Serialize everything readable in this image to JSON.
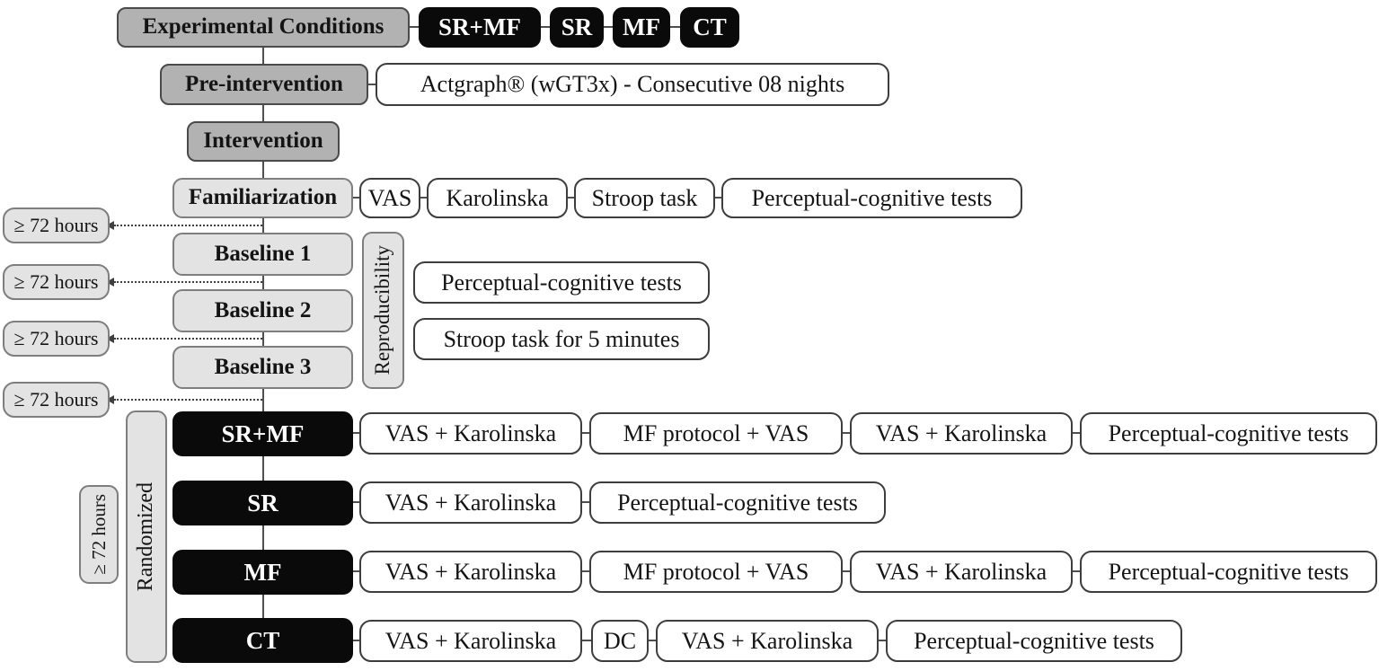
{
  "diagram": {
    "top": {
      "main_label": "Experimental Conditions",
      "conditions": [
        {
          "label": "SR+MF"
        },
        {
          "label": "SR"
        },
        {
          "label": "MF"
        },
        {
          "label": "CT"
        }
      ]
    },
    "pre_intervention": {
      "label": "Pre-intervention",
      "actigraphy": "Actgraph® (wGT3x) - Consecutive 08 nights"
    },
    "intervention_label": "Intervention",
    "familiarization": {
      "label": "Familiarization",
      "tests": [
        {
          "label": "VAS"
        },
        {
          "label": "Karolinska"
        },
        {
          "label": "Stroop task"
        },
        {
          "label": "Perceptual-cognitive tests"
        }
      ]
    },
    "washout_label": "≥ 72 hours",
    "baselines": [
      {
        "label": "Baseline 1"
      },
      {
        "label": "Baseline 2"
      },
      {
        "label": "Baseline 3"
      }
    ],
    "reproducibility": {
      "label": "Reproducibility",
      "tests": [
        {
          "label": "Perceptual-cognitive tests"
        },
        {
          "label": "Stroop task for 5 minutes"
        }
      ]
    },
    "randomized_label": "Randomized",
    "sessions": [
      {
        "label": "SR+MF",
        "tests": [
          {
            "label": "VAS + Karolinska"
          },
          {
            "label": "MF protocol + VAS"
          },
          {
            "label": "VAS + Karolinska"
          },
          {
            "label": "Perceptual-cognitive tests"
          }
        ]
      },
      {
        "label": "SR",
        "tests": [
          {
            "label": "VAS + Karolinska"
          },
          {
            "label": "Perceptual-cognitive tests"
          }
        ]
      },
      {
        "label": "MF",
        "tests": [
          {
            "label": "VAS + Karolinska"
          },
          {
            "label": "MF protocol + VAS"
          },
          {
            "label": "VAS + Karolinska"
          },
          {
            "label": "Perceptual-cognitive tests"
          }
        ]
      },
      {
        "label": "CT",
        "tests": [
          {
            "label": "VAS + Karolinska"
          },
          {
            "label": "DC"
          },
          {
            "label": "VAS + Karolinska"
          },
          {
            "label": "Perceptual-cognitive tests"
          }
        ]
      }
    ],
    "colors": {
      "dark_gray_fill": "#b2b2b2",
      "light_gray_fill": "#e3e3e3",
      "black_fill": "#0a0a0a",
      "white_fill": "#ffffff",
      "dark_border": "#4a4a4a",
      "mid_border": "#7e7e7e",
      "line": "#4f4f4f"
    }
  }
}
